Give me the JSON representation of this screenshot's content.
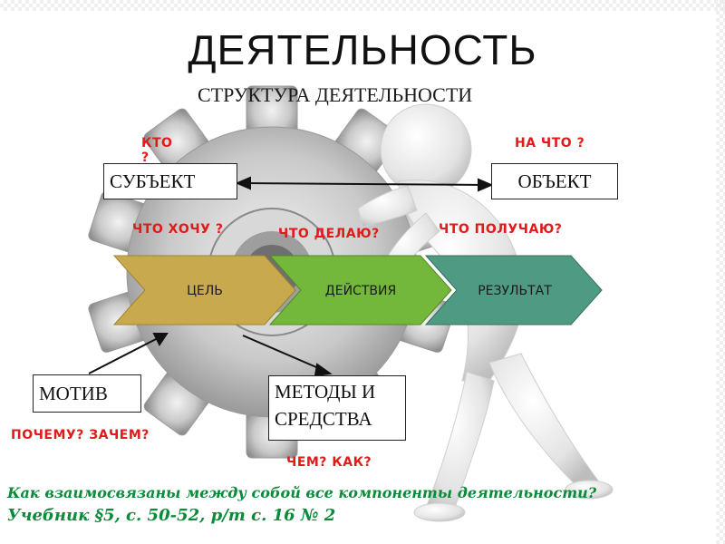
{
  "title": "ДЕЯТЕЛЬНОСТЬ",
  "subtitle": "СТРУКТУРА ДЕЯТЕЛЬНОСТИ",
  "questions": {
    "who": "КТО ?",
    "on_what": "НА ЧТО ?",
    "what_want": "ЧТО ХОЧУ ?",
    "what_do": "ЧТО ДЕЛАЮ?",
    "what_get": "ЧТО ПОЛУЧАЮ?",
    "why": "ПОЧЕМУ? ЗАЧЕМ?",
    "how": "ЧЕМ? КАК?"
  },
  "boxes": {
    "subject": "СУБЪЕКТ",
    "object": "ОБЪЕКТ",
    "motive": "МОТИВ",
    "methods_line1": "МЕТОДЫ И",
    "methods_line2": "СРЕДСТВА"
  },
  "chevrons": {
    "goal": "ЦЕЛЬ",
    "actions": "ДЕЙСТВИЯ",
    "result": "РЕЗУЛЬТАТ"
  },
  "colors": {
    "goal": "#c9a94e",
    "actions": "#73b83a",
    "result": "#4f9a82",
    "question_red": "#e11b1b",
    "footer_green": "#0b8a3a"
  },
  "footer": {
    "question": "Как взаимосвязаны между собой все компоненты деятельности?",
    "homework": "Учебник §5, с. 50-52, р/т с. 16 № 2"
  }
}
